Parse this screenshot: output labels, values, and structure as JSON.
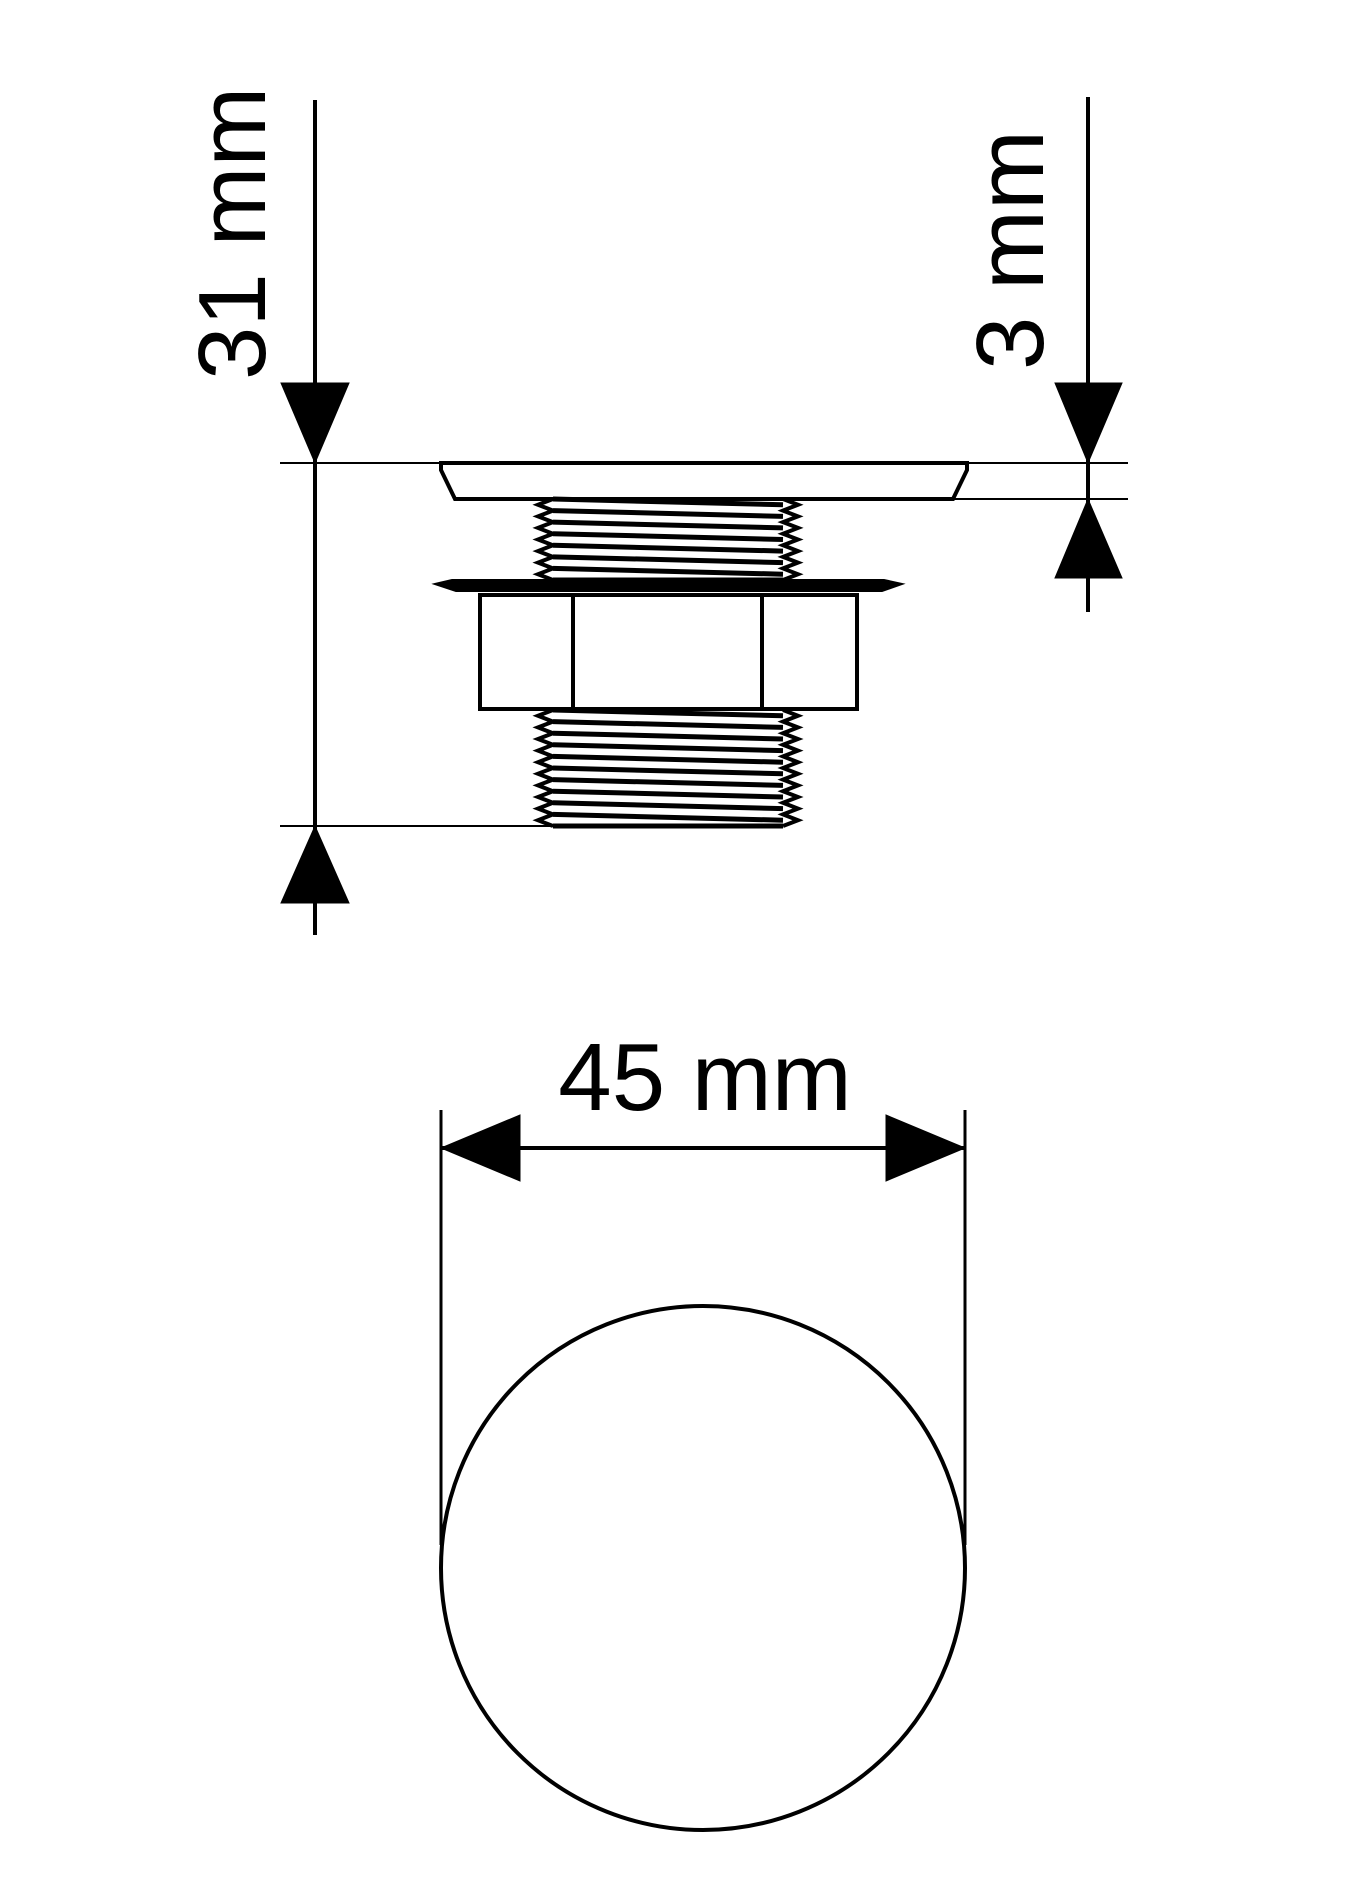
{
  "dimensions": {
    "height_label": "31 mm",
    "cap_thickness_label": "3 mm",
    "diameter_label": "45 mm"
  },
  "colors": {
    "line": "#000000",
    "background": "#ffffff"
  }
}
